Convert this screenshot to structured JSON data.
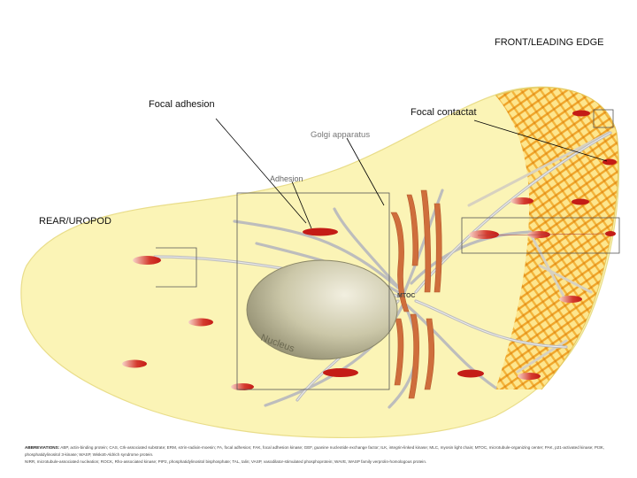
{
  "labels": {
    "front": "FRONT/LEADING EDGE",
    "rear": "REAR/UROPOD",
    "focal_adhesion": "Focal adhesion",
    "focal_contact": "Focal contactat",
    "golgi": "Golgi apparatus",
    "adhesion": "Adhesion",
    "mtoc": "MTOC",
    "nucleus": "Nucleus"
  },
  "caption": {
    "lead": "ABBREVIATIONS:",
    "line1": "ABP, actin-binding protein; CAS, Crk-associated substrate; ERM, ezrin-radixin-moesin; FA, focal adhesion; FAK, focal adhesion kinase; GEF, guanine nucleotide exchange factor; ILK, integrin-linked kinase; MLC, myosin light chain; MTOC, microtubule-organizing center; PAK, p21-activated kinase; PI3K, phosphatidylinositol 3-kinase; WASP, Wiskott-Aldrich syndrome protein.",
    "line2": "NIRR, microtubule-associated nucleation; ROCK, Rho-associated kinase; PIP2, phosphatidylinositol bisphosphate; TAL, talin; VASP, vasodilator-stimulated phosphoprotein; WAVE, WASP family verprolin-homologous protein."
  },
  "colors": {
    "cell_fill": "#fbf4b6",
    "lamella_fill": "#fde587",
    "actin_mesh": "#f0a92a",
    "adhesion_red": "#cc2020",
    "golgi": "#cf6e3c",
    "nucleus": "#c9c4a3",
    "microtubule": "#c9c9c9"
  }
}
